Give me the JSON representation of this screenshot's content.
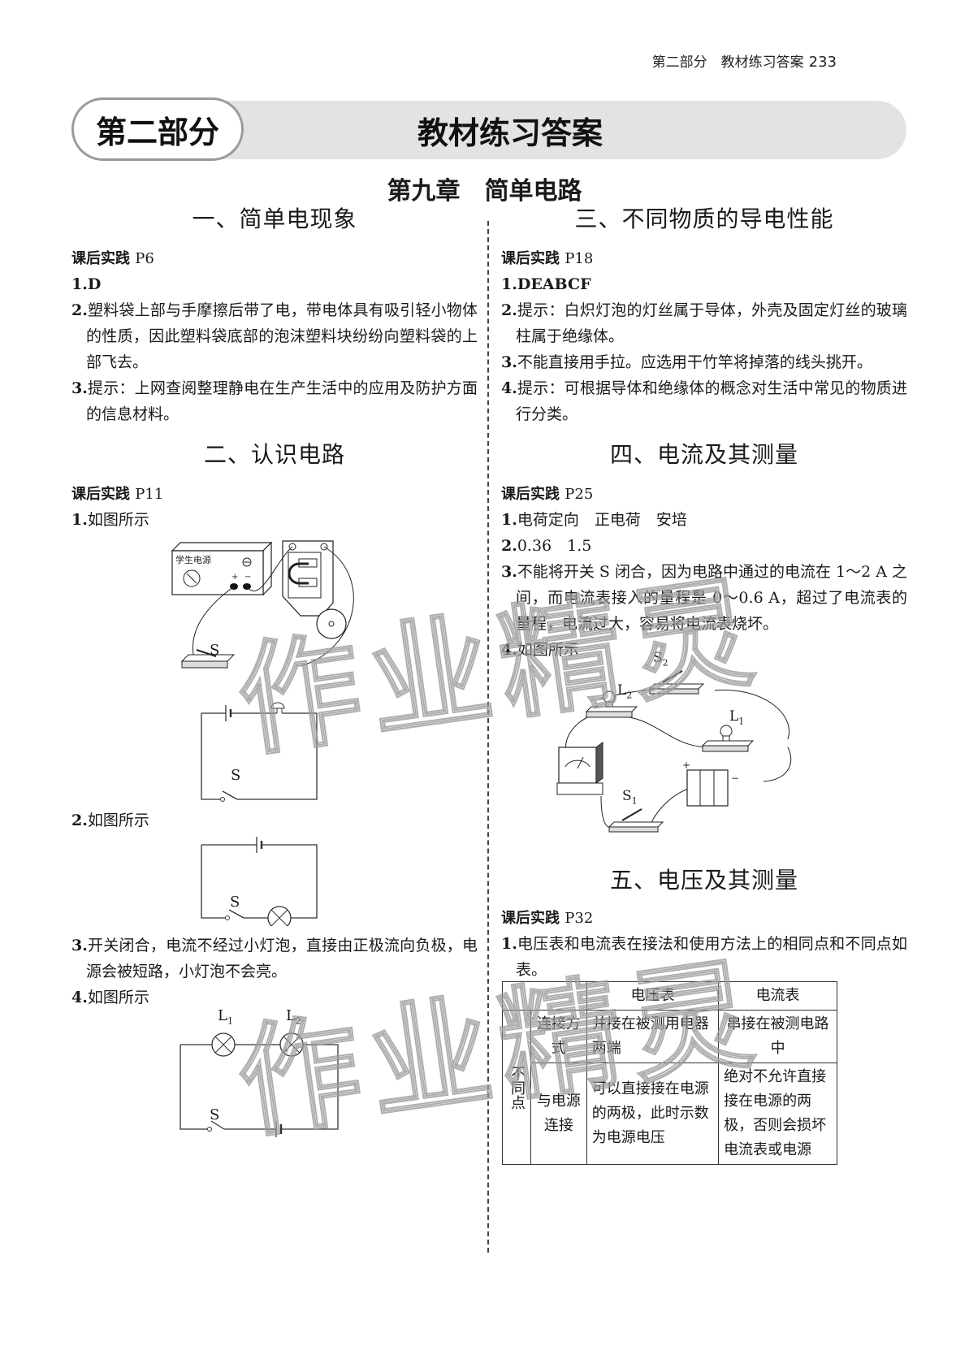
{
  "header": {
    "running_title": "第二部分　教材练习答案",
    "page_number": "233"
  },
  "banner": {
    "part_tag": "第二部分",
    "title": "教材练习答案"
  },
  "chapter": {
    "title": "第九章　简单电路"
  },
  "watermark": "作业精灵",
  "sections": [
    {
      "title": "一、简单电现象",
      "subtitle": "课后实践",
      "page": "P6",
      "items": [
        {
          "num": "1.",
          "text": "D",
          "bold": true
        },
        {
          "num": "2.",
          "text": "塑料袋上部与手摩擦后带了电，带电体具有吸引轻小物体的性质，因此塑料袋底部的泡沫塑料块纷纷向塑料袋的上部飞去。"
        },
        {
          "num": "3.",
          "text": "提示：上网查阅整理静电在生产生活中的应用及防护方面的信息材料。"
        }
      ]
    },
    {
      "title": "二、认识电路",
      "subtitle": "课后实践",
      "page": "P11",
      "items": [
        {
          "num": "1.",
          "text": "如图所示"
        },
        {
          "num": "2.",
          "text": "如图所示"
        },
        {
          "num": "3.",
          "text": "开关闭合，电流不经过小灯泡，直接由正极流向负极，电源会被短路，小灯泡不会亮。"
        },
        {
          "num": "4.",
          "text": "如图所示"
        }
      ],
      "figures": {
        "power_supply_label": "学生电源",
        "plus": "+",
        "minus": "−",
        "switch_label": "S",
        "lamp1_label": "L",
        "lamp1_sub": "1",
        "lamp2_label": "L",
        "lamp2_sub": "2"
      }
    },
    {
      "title": "三、不同物质的导电性能",
      "subtitle": "课后实践",
      "page": "P18",
      "items": [
        {
          "num": "1.",
          "text": "DEABCF",
          "bold": true
        },
        {
          "num": "2.",
          "text": "提示：白炽灯泡的灯丝属于导体，外壳及固定灯丝的玻璃柱属于绝缘体。"
        },
        {
          "num": "3.",
          "text": "不能直接用手拉。应选用干竹竿将掉落的线头挑开。"
        },
        {
          "num": "4.",
          "text": "提示：可根据导体和绝缘体的概念对生活中常见的物质进行分类。"
        }
      ]
    },
    {
      "title": "四、电流及其测量",
      "subtitle": "课后实践",
      "page": "P25",
      "items": [
        {
          "num": "1.",
          "text": "电荷定向　正电荷　安培"
        },
        {
          "num": "2.",
          "text": "0.36　1.5"
        },
        {
          "num": "3.",
          "text": "不能将开关 S 闭合，因为电路中通过的电流在 1～2 A 之间，而电流表接入的量程是 0～0.6 A，超过了电流表的量程，电流过大，容易将电流表烧坏。"
        },
        {
          "num": "4.",
          "text": "如图所示"
        }
      ],
      "figures": {
        "s1": "S",
        "s1_sub": "1",
        "s2": "S",
        "s2_sub": "2",
        "l1": "L",
        "l1_sub": "1",
        "l2": "L",
        "l2_sub": "2",
        "plus": "+",
        "minus": "−"
      }
    },
    {
      "title": "五、电压及其测量",
      "subtitle": "课后实践",
      "page": "P32",
      "items": [
        {
          "num": "1.",
          "text": "电压表和电流表在接法和使用方法上的相同点和不同点如表。"
        }
      ],
      "table": {
        "headers": [
          "",
          "",
          "电压表",
          "电流表"
        ],
        "group_label": "不同点",
        "rows": [
          {
            "aspect": "连接方式",
            "voltmeter": "并接在被测用电器两端",
            "ammeter": "串接在被测电路中"
          },
          {
            "aspect": "与电源连接",
            "voltmeter": "可以直接接在电源的两极，此时示数为电源电压",
            "ammeter": "绝对不允许直接接在电源的两极，否则会损坏电流表或电源"
          }
        ]
      }
    }
  ]
}
